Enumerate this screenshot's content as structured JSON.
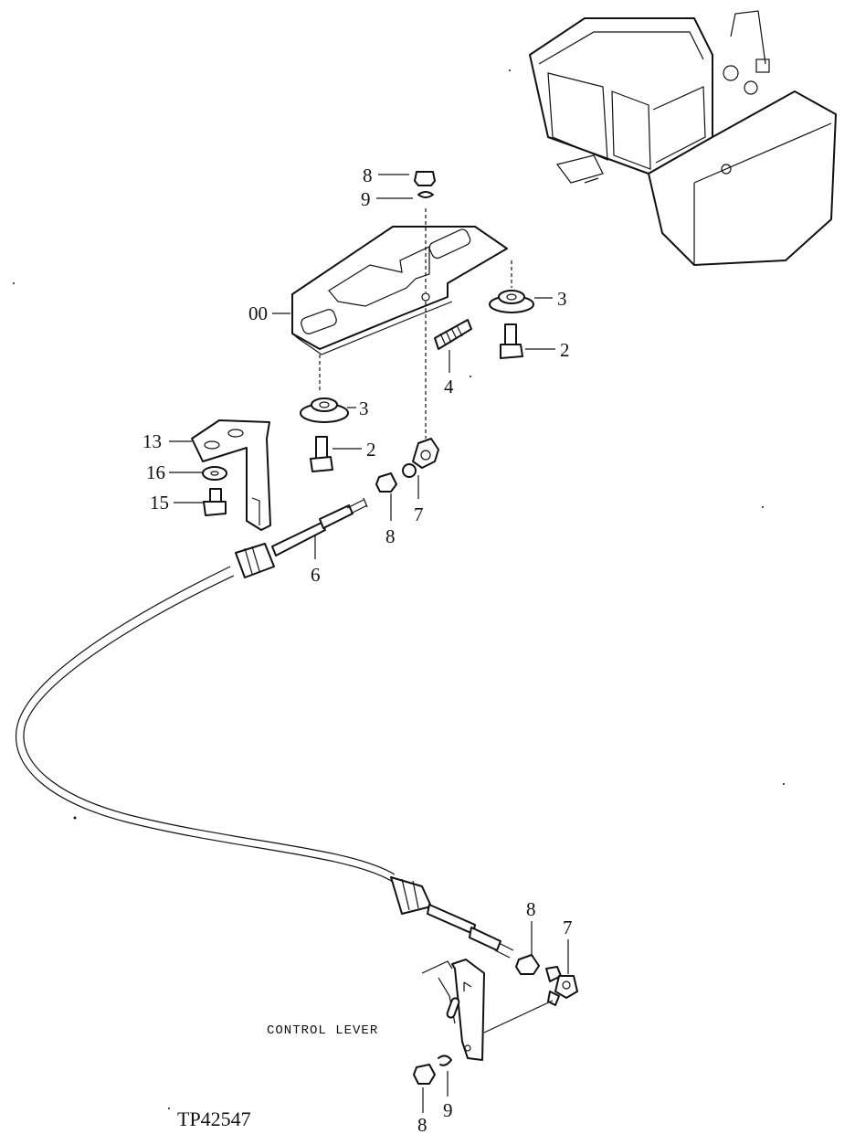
{
  "callouts": {
    "plate_assembly": "00",
    "cap_screw": "2",
    "rubber_mount": "3",
    "spring": "4",
    "cable": "6",
    "ball_joint": "7",
    "nut": "8",
    "snap_ring": "9",
    "bracket": "13",
    "screw": "15",
    "washer": "16"
  },
  "labels": {
    "control_lever": "CONTROL LEVER",
    "figure_ref": "TP42547"
  },
  "icons": {
    "machine": "excavator-illustration"
  }
}
